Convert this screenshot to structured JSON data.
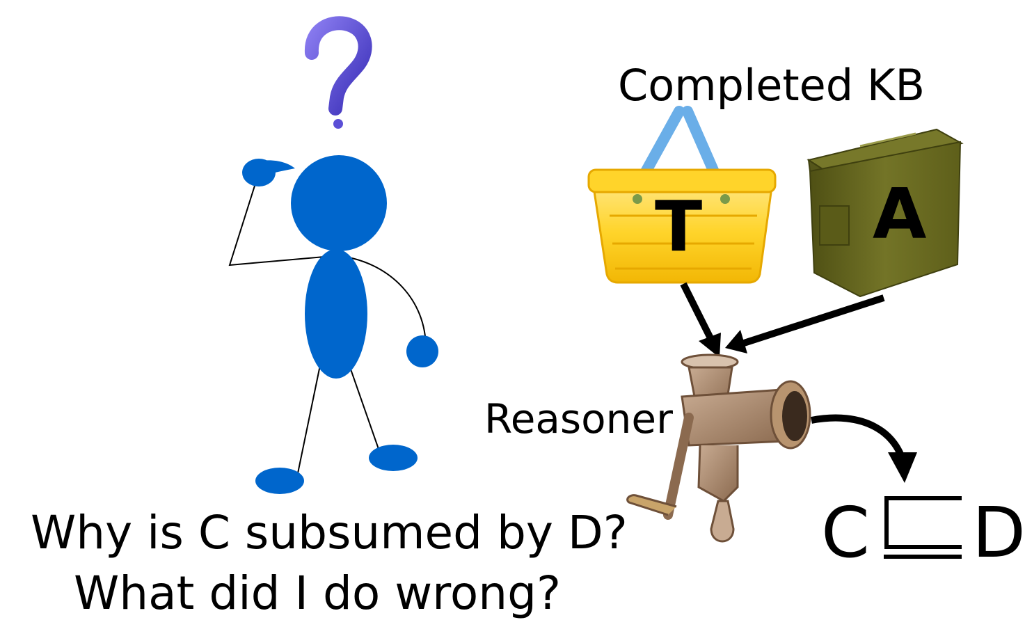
{
  "title": "Completed KB",
  "reasoner_label": "Reasoner",
  "question_mark": "?",
  "tbox_letter": "T",
  "abox_letter": "A",
  "entailment": {
    "left": "C",
    "right": "D"
  },
  "question": {
    "line1": "Why is C subsumed by D?",
    "line2": "What did I do wrong?"
  },
  "colors": {
    "person": "#0066cc",
    "question_mark": "#5b4fd6",
    "basket": "#ffd42a",
    "basket_handle": "#6aaee8",
    "ammo_box": "#6b6b1f",
    "grinder": "#a9876a",
    "arrow": "#000000"
  }
}
